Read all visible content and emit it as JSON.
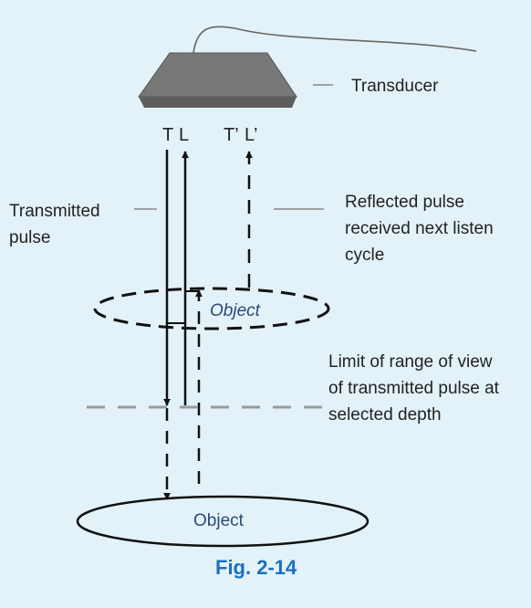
{
  "diagram": {
    "labels": {
      "transducer": "Transducer",
      "T": "T",
      "L": "L",
      "T_prime": "T’",
      "L_prime": "L’",
      "transmitted_pulse": "Transmitted pulse",
      "reflected_pulse": "Reflected pulse received next listen cycle",
      "object_near": "Object",
      "limit": "Limit of range of view of transmitted pulse at selected depth",
      "object_far": "Object"
    },
    "caption": "Fig. 2-14",
    "colors": {
      "background": "#e3f2f8",
      "transducer": "#777777",
      "line": "#111111",
      "limit_line": "#9a9a9a",
      "caption": "#1b6fc1"
    }
  }
}
